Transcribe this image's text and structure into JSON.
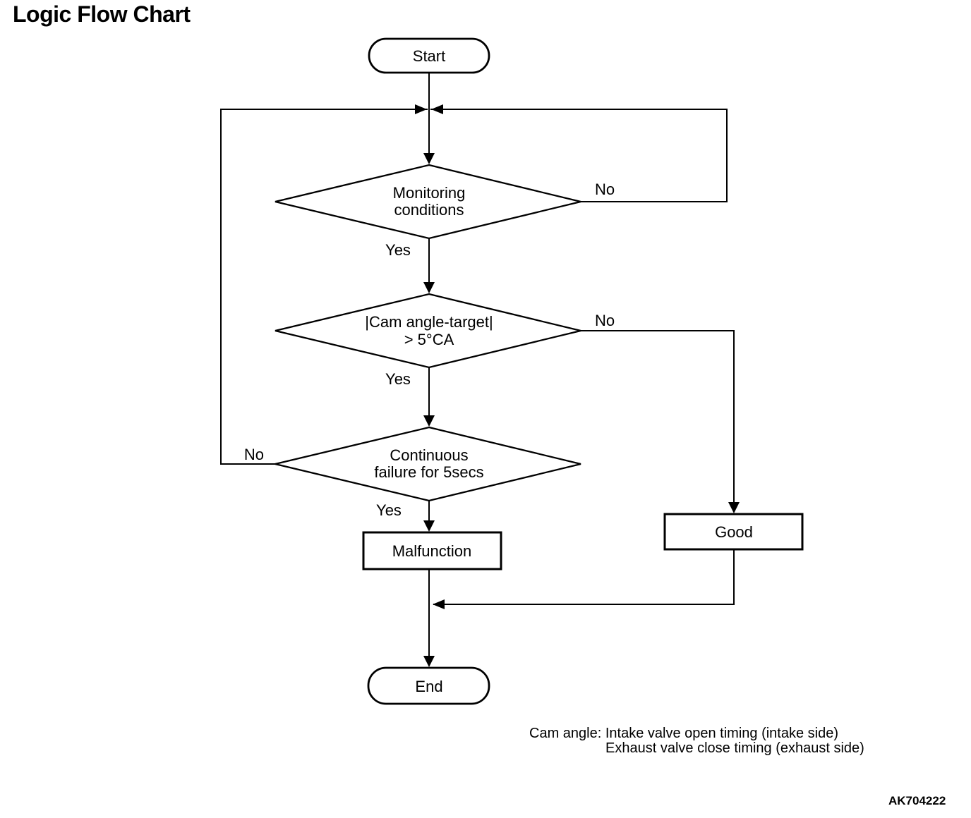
{
  "page": {
    "title": "Logic Flow Chart",
    "figure_code": "AK704222"
  },
  "flowchart": {
    "nodes": {
      "start": {
        "type": "terminator",
        "label": "Start"
      },
      "monitoring": {
        "type": "decision",
        "line1": "Monitoring",
        "line2": "conditions"
      },
      "cam_angle": {
        "type": "decision",
        "line1": "|Cam angle-target|",
        "line2": "> 5°CA"
      },
      "continuous": {
        "type": "decision",
        "line1": "Continuous",
        "line2": "failure for 5secs"
      },
      "malfunction": {
        "type": "process",
        "label": "Malfunction"
      },
      "good": {
        "type": "process",
        "label": "Good"
      },
      "end": {
        "type": "terminator",
        "label": "End"
      }
    },
    "edge_labels": {
      "monitoring_yes": "Yes",
      "monitoring_no": "No",
      "cam_angle_yes": "Yes",
      "cam_angle_no": "No",
      "continuous_yes": "Yes",
      "continuous_no": "No"
    }
  },
  "footnote": {
    "line1": "Cam angle: Intake valve open timing (intake side)",
    "line2": "Exhaust valve close timing (exhaust side)"
  },
  "colors": {
    "line": "#000000",
    "background": "#ffffff"
  }
}
